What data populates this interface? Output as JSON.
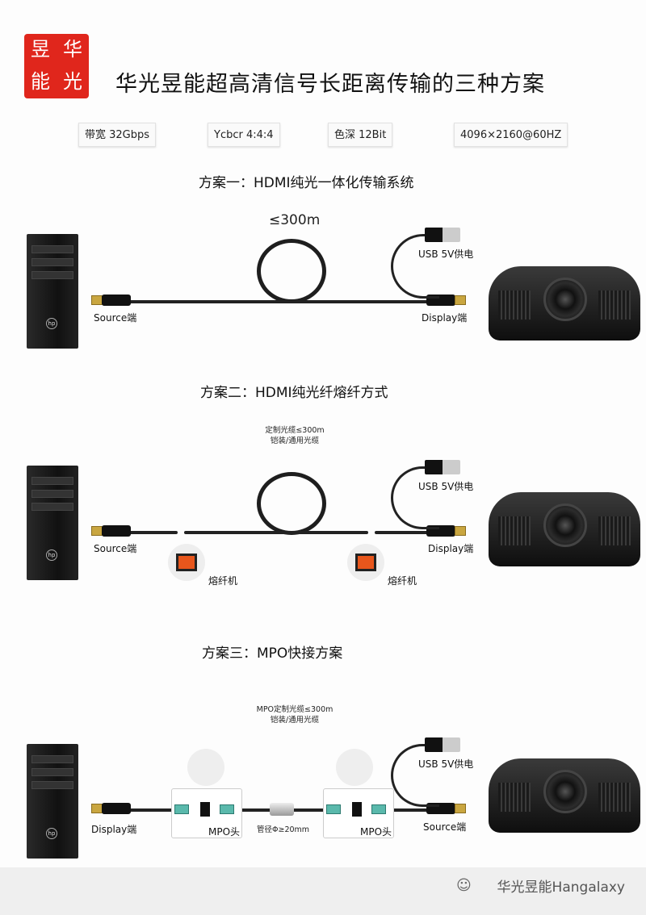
{
  "logo": {
    "chars": [
      "昱",
      "华",
      "能",
      "光"
    ]
  },
  "title": "华光昱能超高清信号长距离传输的三种方案",
  "specs": [
    "带宽 32Gbps",
    "Ycbcr 4:4:4",
    "色深 12Bit",
    "4096×2160@60HZ"
  ],
  "scheme1": {
    "title": "方案一：HDMI纯光一体化传输系统",
    "distance": "≤300m",
    "usb": "USB 5V供电",
    "left": "Source端",
    "right": "Display端"
  },
  "scheme2": {
    "title": "方案二：HDMI纯光纤熔纤方式",
    "cable_line1": "定制光缆≤300m",
    "cable_line2": "铠装/通用光缆",
    "usb": "USB 5V供电",
    "left": "Source端",
    "right": "Display端",
    "fusion_left": "熔纤机",
    "fusion_right": "熔纤机"
  },
  "scheme3": {
    "title": "方案三：MPO快接方案",
    "cable_line1": "MPO定制光缆≤300m",
    "cable_line2": "铠装/通用光缆",
    "usb": "USB 5V供电",
    "left": "Display端",
    "right": "Source端",
    "mpo_left": "MPO头",
    "mpo_right": "MPO头",
    "pipe": "管径Φ≥20mm"
  },
  "pc_logo": "hp",
  "watermark": "华光昱能Hangalaxy"
}
